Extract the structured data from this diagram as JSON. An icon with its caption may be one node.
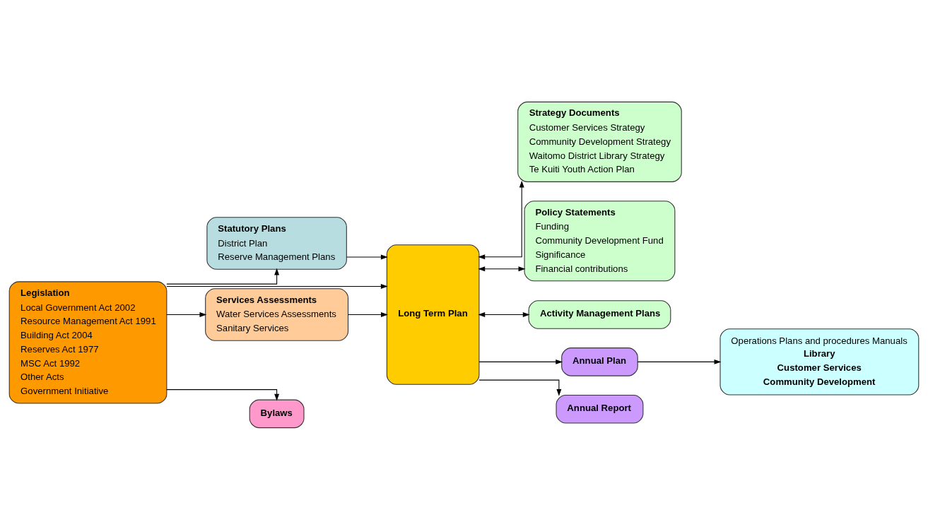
{
  "diagram": {
    "nodes": [
      {
        "text": [
          "Legislation",
          "Local Government Act 2002",
          "Resource Management Act 1991",
          "Building Act 2004",
          "Reserves Act 1977",
          "MSC Act 1992",
          "Other Acts",
          "Government Initiative"
        ]
      },
      {
        "text": [
          "Statutory Plans",
          "District Plan",
          "Reserve Management Plans"
        ]
      },
      {
        "text": [
          "Services Assessments",
          "Water Services Assessments",
          "Sanitary Services"
        ]
      },
      {
        "text": [
          "Long Term Plan"
        ]
      },
      {
        "text": [
          "Strategy Documents",
          "Customer Services Strategy",
          "Community Development Strategy",
          "Waitomo District Library Strategy",
          "Te Kuiti Youth Action Plan"
        ]
      },
      {
        "text": [
          "Policy Statements",
          "Funding",
          "Community Development Fund",
          "Significance",
          "Financial contributions"
        ]
      },
      {
        "text": [
          "Activity Management Plans"
        ]
      },
      {
        "text": [
          "Bylaws"
        ]
      },
      {
        "text": [
          "Annual Plan"
        ]
      },
      {
        "text": [
          "Annual Report"
        ]
      },
      {
        "text": [
          "Operations Plans and procedures Manuals",
          "Library",
          "Customer Services",
          "Community Development"
        ]
      }
    ],
    "edges": [
      {
        "from": 0,
        "to": 1,
        "arrow": "to"
      },
      {
        "from": 0,
        "to": 2,
        "arrow": "to"
      },
      {
        "from": 0,
        "to": 3,
        "arrow": "to"
      },
      {
        "from": 0,
        "to": 7,
        "arrow": "to"
      },
      {
        "from": 1,
        "to": 3,
        "arrow": "to"
      },
      {
        "from": 2,
        "to": 3,
        "arrow": "to"
      },
      {
        "from": 3,
        "to": 4,
        "arrow": "both"
      },
      {
        "from": 3,
        "to": 5,
        "arrow": "both"
      },
      {
        "from": 3,
        "to": 6,
        "arrow": "both"
      },
      {
        "from": 3,
        "to": 8,
        "arrow": "to"
      },
      {
        "from": 3,
        "to": 9,
        "arrow": "to"
      },
      {
        "from": 8,
        "to": 10,
        "arrow": "to"
      }
    ]
  }
}
